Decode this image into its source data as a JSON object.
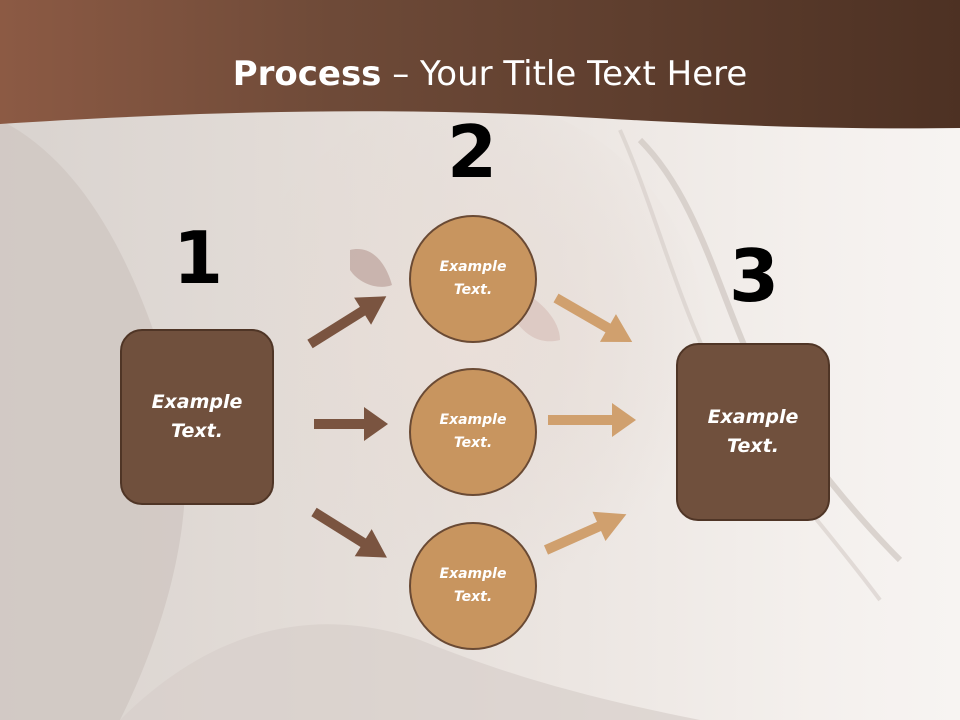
{
  "header": {
    "title_bold": "Process",
    "title_rest": " – Your Title Text Here"
  },
  "diagram": {
    "steps": [
      {
        "number": "1",
        "box_text": "Example Text."
      },
      {
        "number": "2",
        "circles": [
          "Example Text.",
          "Example Text.",
          "Example Text."
        ]
      },
      {
        "number": "3",
        "box_text": "Example Text."
      }
    ]
  },
  "colors": {
    "header_brown": "#6b4a37",
    "box_fill": "#70503d",
    "circle_fill": "#c8955f",
    "arrow_dark": "#7a5440",
    "arrow_light": "#d0a06e"
  }
}
